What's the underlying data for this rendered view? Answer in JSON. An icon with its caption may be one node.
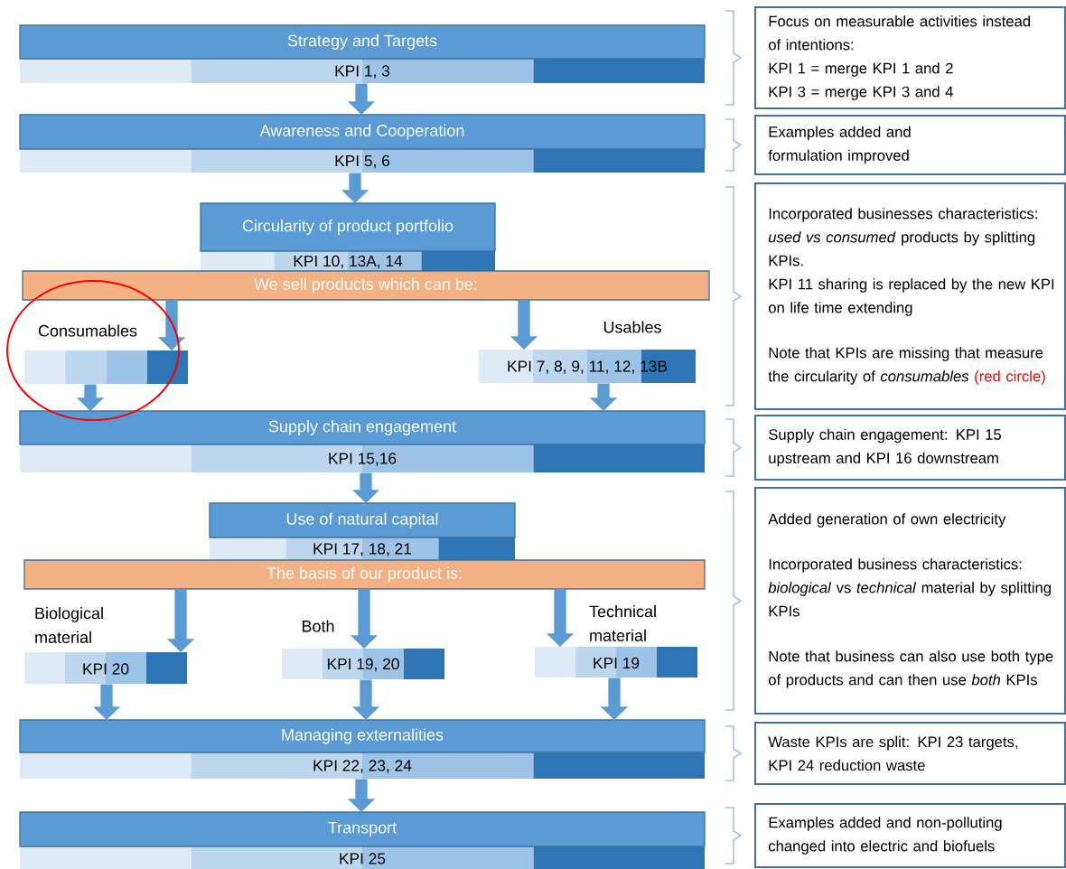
{
  "diagram": {
    "nodes": [
      {
        "text": [
          "Strategy and Targets",
          "KPI 1, 3"
        ]
      },
      {
        "text": [
          "Awareness and Cooperation",
          "KPI 5, 6"
        ]
      },
      {
        "text": [
          "Circularity of product portfolio",
          "KPI 10, 13A, 14"
        ]
      },
      {
        "text": [
          "We sell products which can be:"
        ]
      },
      {
        "text": [
          "Consumables"
        ]
      },
      {
        "text": [
          "Usables",
          "KPI 7, 8, 9, 11, 12, 13B"
        ]
      },
      {
        "text": [
          "Supply chain engagement",
          "KPI 15,16"
        ]
      },
      {
        "text": [
          "Use of natural capital",
          "KPI 17, 18, 21"
        ]
      },
      {
        "text": [
          "The basis of our product is:"
        ]
      },
      {
        "text": [
          "Biological material",
          "KPI 20"
        ]
      },
      {
        "text": [
          "Both",
          "KPI 19, 20"
        ]
      },
      {
        "text": [
          "Technical material",
          "KPI 19"
        ]
      },
      {
        "text": [
          "Managing externalities",
          "KPI 22, 23, 24"
        ]
      },
      {
        "text": [
          "Transport",
          "KPI 25"
        ]
      },
      {
        "text": [
          "Focus on measurable activities instead of intentions:",
          "KPI 1 = merge KPI 1 and 2",
          "KPI 3 = merge KPI 3 and 4"
        ]
      },
      {
        "text": [
          "Examples added and formulation improved"
        ]
      },
      {
        "text": [
          "Incorporated businesses characteristics: *used vs consumed* products by splitting KPIs.",
          "KPI 11 sharing is replaced by the new KPI on life time extending",
          "Note that KPIs are missing that measure the circularity of *consumables*",
          "(red circle)"
        ]
      },
      {
        "text": [
          "Supply chain engagement: KPI 15 upstream and KPI 16 downstream"
        ]
      },
      {
        "text": [
          "Added generation of own electricity",
          "Incorporated business characteristics: *biological* vs *technical* material by splitting KPIs",
          "Note that business can also use both type of products and can then use *both* KPIs"
        ]
      },
      {
        "text": [
          "Waste KPIs are split: KPI 23 targets, KPI 24 reduction waste"
        ]
      },
      {
        "text": [
          "Examples added and non-polluting changed into electric and biofuels"
        ]
      }
    ],
    "edges": [
      {
        "from": 0,
        "to": 1,
        "arrow": "to"
      },
      {
        "from": 1,
        "to": 2,
        "arrow": "to"
      },
      {
        "from": 3,
        "to": 4,
        "arrow": "to"
      },
      {
        "from": 3,
        "to": 5,
        "arrow": "to"
      },
      {
        "from": 4,
        "to": 6,
        "arrow": "to"
      },
      {
        "from": 5,
        "to": 6,
        "arrow": "to"
      },
      {
        "from": 6,
        "to": 7,
        "arrow": "to"
      },
      {
        "from": 8,
        "to": 9,
        "arrow": "to"
      },
      {
        "from": 8,
        "to": 10,
        "arrow": "to"
      },
      {
        "from": 8,
        "to": 11,
        "arrow": "to"
      },
      {
        "from": 9,
        "to": 12,
        "arrow": "to"
      },
      {
        "from": 10,
        "to": 12,
        "arrow": "to"
      },
      {
        "from": 11,
        "to": 12,
        "arrow": "to"
      },
      {
        "from": 12,
        "to": 13,
        "arrow": "to"
      }
    ]
  }
}
